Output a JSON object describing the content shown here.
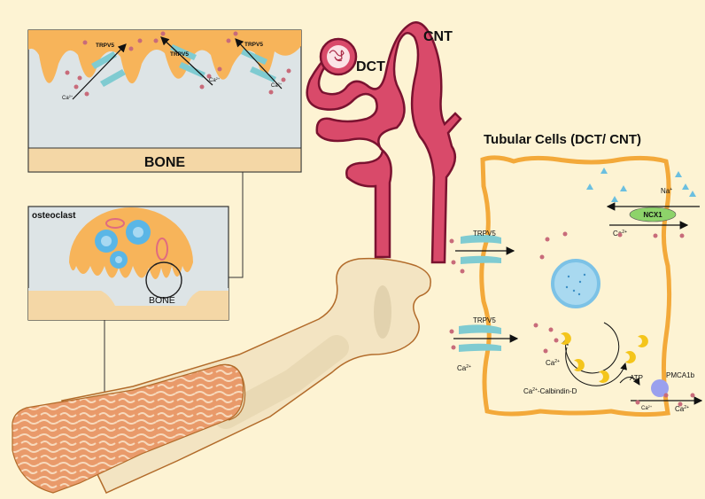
{
  "colors": {
    "background": "#fdf3d3",
    "bone_fill": "#f4d7a6",
    "osteoclast": "#f7b45a",
    "kidney_red": "#d94a6a",
    "cell_membrane": "#f3a93a",
    "channel_teal": "#7fcbd1",
    "calbindin_yellow": "#f4c51b",
    "nucleus_blue": "#5ab6e6",
    "calcium_dot": "#c86b7a",
    "ncx1_green": "#8dd36a",
    "pmca_purple": "#9aa0ee"
  },
  "bone_panel": {
    "title": "BONE",
    "channel_label": "TRPV5",
    "ion_label": "Ca",
    "ion_charge": "2+"
  },
  "osteoclast_panel": {
    "title": "osteoclast",
    "bone_label": "BONE"
  },
  "kidney": {
    "dct_label": "DCT",
    "cnt_label": "CNT"
  },
  "tubular": {
    "title": "Tubular Cells  (DCT/ CNT)",
    "trpv5_label": "TRPV5",
    "ncx1_label": "NCX1",
    "na_label": "Na",
    "na_charge": "+",
    "ca_label": "Ca",
    "ca_charge": "2+",
    "calbindin_label": "-Calbindin-D",
    "atp_label": "ATP",
    "pmca_label": "PMCA1b"
  }
}
